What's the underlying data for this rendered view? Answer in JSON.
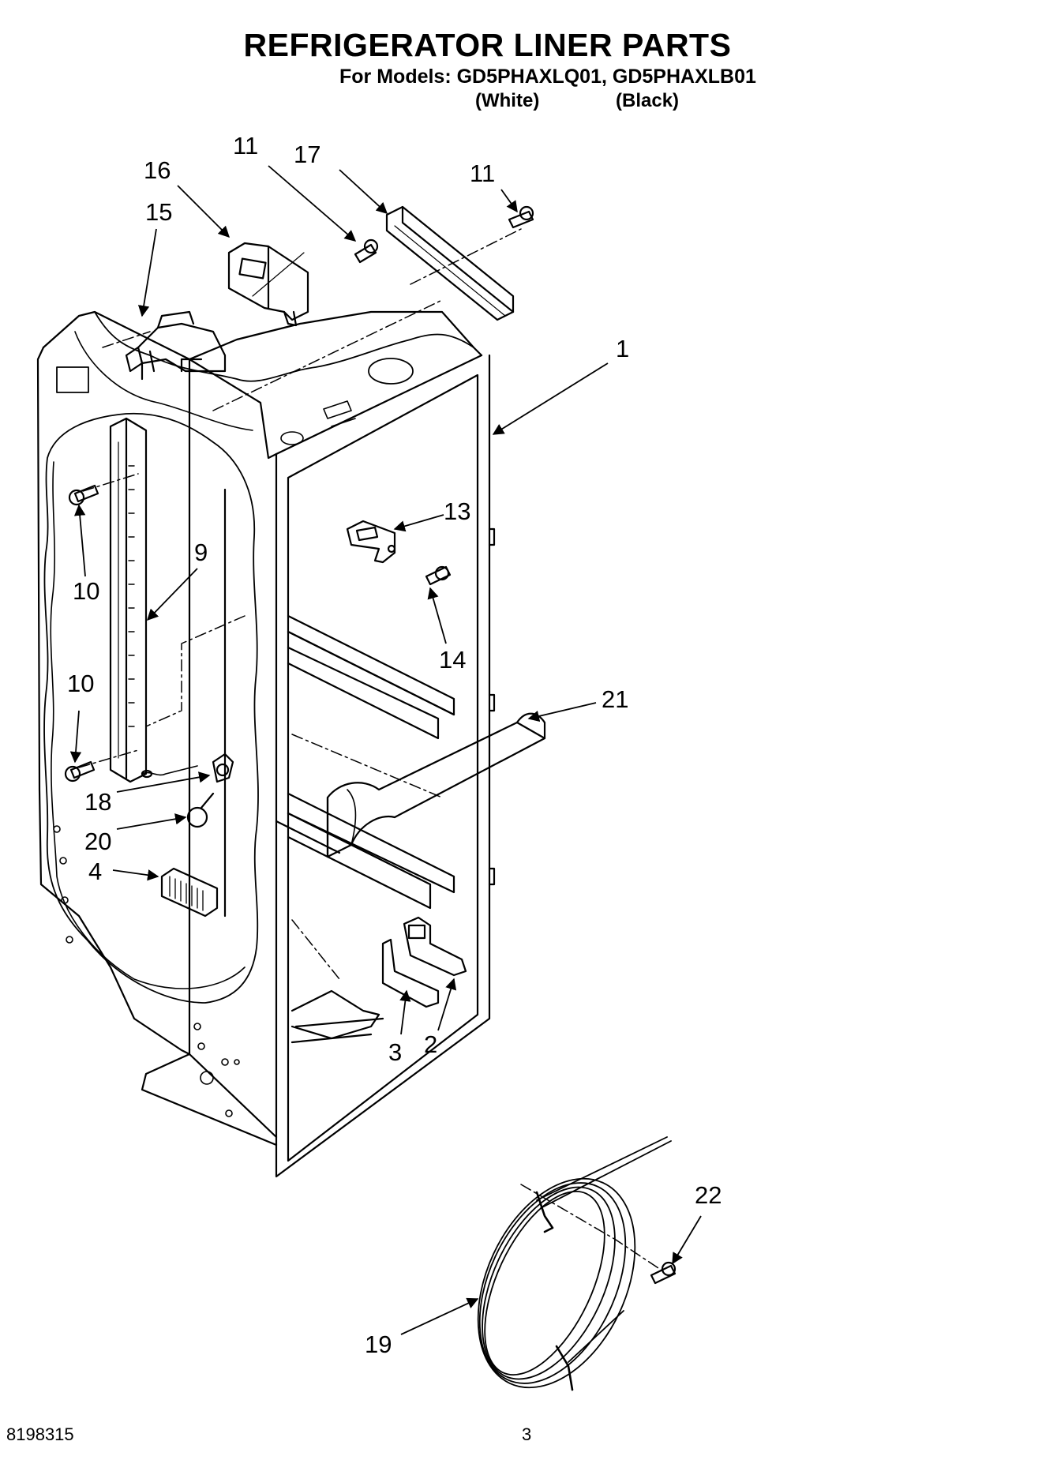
{
  "header": {
    "title": "REFRIGERATOR LINER PARTS",
    "models_line": "For Models: GD5PHAXLQ01, GD5PHAXLB01",
    "variant_white": "(White)",
    "variant_black": "(Black)"
  },
  "callouts": {
    "c1": "1",
    "c2": "2",
    "c3": "3",
    "c4": "4",
    "c9": "9",
    "c10a": "10",
    "c10b": "10",
    "c11a": "11",
    "c11b": "11",
    "c13": "13",
    "c14": "14",
    "c15": "15",
    "c16": "16",
    "c17": "17",
    "c18": "18",
    "c19": "19",
    "c20": "20",
    "c21": "21",
    "c22": "22"
  },
  "footer": {
    "doc_number": "8198315",
    "page_number": "3"
  }
}
